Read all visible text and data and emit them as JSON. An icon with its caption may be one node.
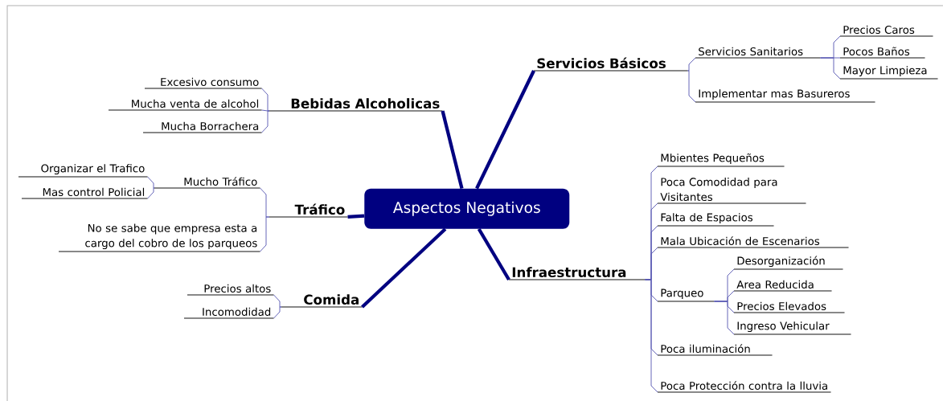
{
  "diagram": {
    "nodes": [
      {
        "text": [
          "Aspectos Negativos"
        ]
      },
      {
        "text": [
          "Servicios Básicos"
        ]
      },
      {
        "text": [
          "Servicios Sanitarios"
        ]
      },
      {
        "text": [
          "Precios Caros"
        ]
      },
      {
        "text": [
          "Pocos Baños"
        ]
      },
      {
        "text": [
          "Mayor Limpieza"
        ]
      },
      {
        "text": [
          "Implementar mas Basureros"
        ]
      },
      {
        "text": [
          "Bebidas Alcoholicas"
        ]
      },
      {
        "text": [
          "Excesivo consumo"
        ]
      },
      {
        "text": [
          "Mucha venta de alcohol"
        ]
      },
      {
        "text": [
          "Mucha Borrachera"
        ]
      },
      {
        "text": [
          "Tráfico"
        ]
      },
      {
        "text": [
          "Mucho Tráfico"
        ]
      },
      {
        "text": [
          "Organizar el Trafico"
        ]
      },
      {
        "text": [
          "Mas control Policial"
        ]
      },
      {
        "text": [
          "No se sabe que empresa esta a cargo del cobro de los parqueos"
        ]
      },
      {
        "text": [
          "Comida"
        ]
      },
      {
        "text": [
          "Precios altos"
        ]
      },
      {
        "text": [
          "Incomodidad"
        ]
      },
      {
        "text": [
          "Infraestructura"
        ]
      },
      {
        "text": [
          "Mbientes Pequeños"
        ]
      },
      {
        "text": [
          "Poca Comodidad para Visitantes"
        ]
      },
      {
        "text": [
          "Falta de Espacios"
        ]
      },
      {
        "text": [
          "Mala Ubicación de Escenarios"
        ]
      },
      {
        "text": [
          "Parqueo"
        ]
      },
      {
        "text": [
          "Desorganización"
        ]
      },
      {
        "text": [
          "Area Reducida"
        ]
      },
      {
        "text": [
          "Precios Elevados"
        ]
      },
      {
        "text": [
          "Ingreso Vehicular"
        ]
      },
      {
        "text": [
          "Poca iluminación"
        ]
      },
      {
        "text": [
          "Poca Protección contra la lluvia"
        ]
      }
    ],
    "edges": [
      {
        "from": 0,
        "to": 1,
        "arrow": "none",
        "style": "thick",
        "color": "#000080"
      },
      {
        "from": 1,
        "to": 2,
        "arrow": "none"
      },
      {
        "from": 1,
        "to": 6,
        "arrow": "none"
      },
      {
        "from": 2,
        "to": 3,
        "arrow": "none"
      },
      {
        "from": 2,
        "to": 4,
        "arrow": "none"
      },
      {
        "from": 2,
        "to": 5,
        "arrow": "none"
      },
      {
        "from": 0,
        "to": 7,
        "arrow": "none",
        "style": "thick",
        "color": "#000080"
      },
      {
        "from": 7,
        "to": 8,
        "arrow": "none"
      },
      {
        "from": 7,
        "to": 9,
        "arrow": "none"
      },
      {
        "from": 7,
        "to": 10,
        "arrow": "none"
      },
      {
        "from": 0,
        "to": 11,
        "arrow": "none",
        "style": "thick",
        "color": "#000080"
      },
      {
        "from": 11,
        "to": 12,
        "arrow": "none"
      },
      {
        "from": 12,
        "to": 13,
        "arrow": "none"
      },
      {
        "from": 12,
        "to": 14,
        "arrow": "none"
      },
      {
        "from": 11,
        "to": 15,
        "arrow": "none"
      },
      {
        "from": 0,
        "to": 16,
        "arrow": "none",
        "style": "thick",
        "color": "#000080"
      },
      {
        "from": 16,
        "to": 17,
        "arrow": "none"
      },
      {
        "from": 16,
        "to": 18,
        "arrow": "none"
      },
      {
        "from": 0,
        "to": 19,
        "arrow": "none",
        "style": "thick",
        "color": "#000080"
      },
      {
        "from": 19,
        "to": 20,
        "arrow": "none"
      },
      {
        "from": 19,
        "to": 21,
        "arrow": "none"
      },
      {
        "from": 19,
        "to": 22,
        "arrow": "none"
      },
      {
        "from": 19,
        "to": 23,
        "arrow": "none"
      },
      {
        "from": 19,
        "to": 24,
        "arrow": "none"
      },
      {
        "from": 24,
        "to": 25,
        "arrow": "none"
      },
      {
        "from": 24,
        "to": 26,
        "arrow": "none"
      },
      {
        "from": 24,
        "to": 27,
        "arrow": "none"
      },
      {
        "from": 24,
        "to": 28,
        "arrow": "none"
      },
      {
        "from": 19,
        "to": 29,
        "arrow": "none"
      },
      {
        "from": 19,
        "to": 30,
        "arrow": "none"
      }
    ]
  }
}
